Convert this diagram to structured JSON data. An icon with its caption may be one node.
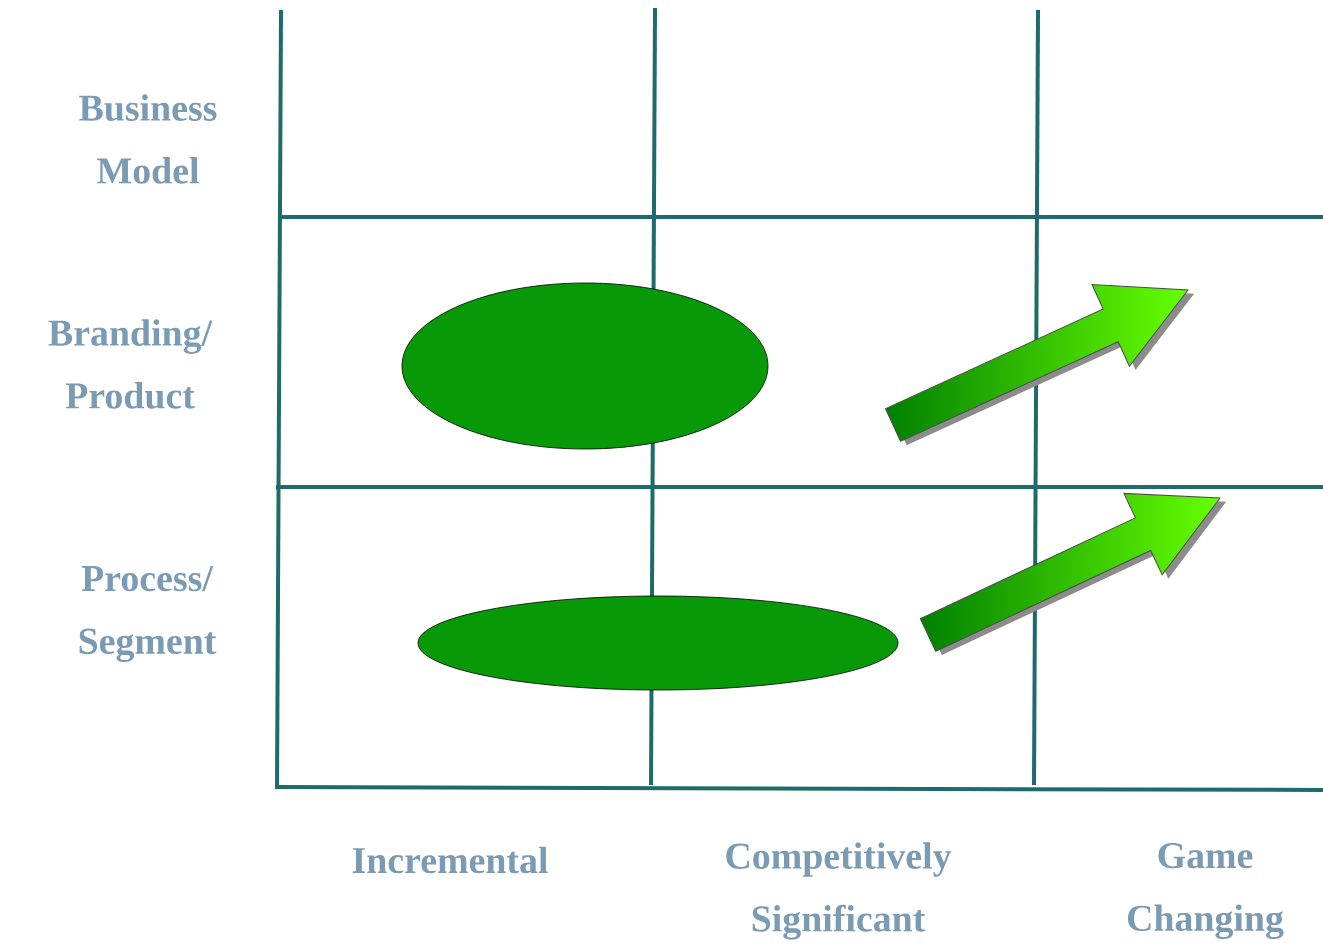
{
  "diagram": {
    "nodes": [
      {
        "text": [],
        "shape": "ellipse"
      },
      {
        "text": [],
        "shape": "ellipse"
      }
    ],
    "labels": [
      "Business Model",
      "Branding/ Product",
      "Process/ Segment",
      "Incremental",
      "Competitively Significant",
      "Game Changing"
    ]
  }
}
